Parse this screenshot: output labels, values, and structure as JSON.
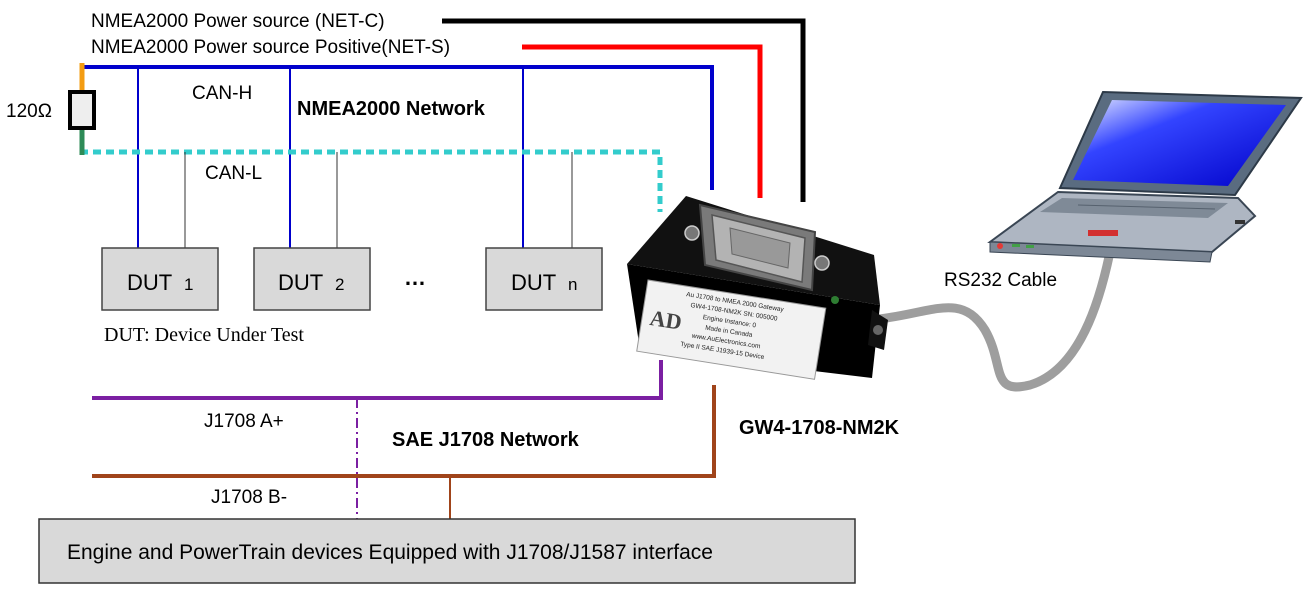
{
  "wires": {
    "power_source_c": "NMEA2000 Power source (NET-C)",
    "power_source_s": "NMEA2000 Power source Positive(NET-S)",
    "can_h": "CAN-H",
    "can_l": "CAN-L",
    "terminator": "120Ω",
    "j1708_a": "J1708 A+",
    "j1708_b": "J1708 B-",
    "rs232": "RS232 Cable"
  },
  "networks": {
    "nmea2000": "NMEA2000 Network",
    "j1708": "SAE J1708 Network"
  },
  "duts": [
    {
      "label": "DUT",
      "sub": "1"
    },
    {
      "label": "DUT",
      "sub": "2"
    },
    {
      "label": "DUT",
      "sub": "n"
    }
  ],
  "dut_ellipsis": "…",
  "dut_legend": "DUT: Device Under Test",
  "gateway": {
    "model": "GW4-1708-NM2K",
    "logo": "AD",
    "label_lines": [
      "Au J1708 to NMEA 2000 Gateway",
      "GW4-1708-NM2K SN: 005000",
      "Engine Instance: 0",
      "Made in Canada",
      "www.AuElectronics.com",
      "Type II SAE J1939-15 Device"
    ]
  },
  "engine_box": "Engine and PowerTrain devices Equipped with J1708/J1587 interface",
  "colors": {
    "net_c": "#000000",
    "net_s": "#ff0000",
    "can_h": "#0000cc",
    "can_l": "#33cccc",
    "j1708_a": "#7b1fa2",
    "j1708_b": "#a0441a",
    "rs232": "#9e9e9e",
    "dut_fill": "#d9d9d9",
    "engine_fill": "#d9d9d9"
  }
}
